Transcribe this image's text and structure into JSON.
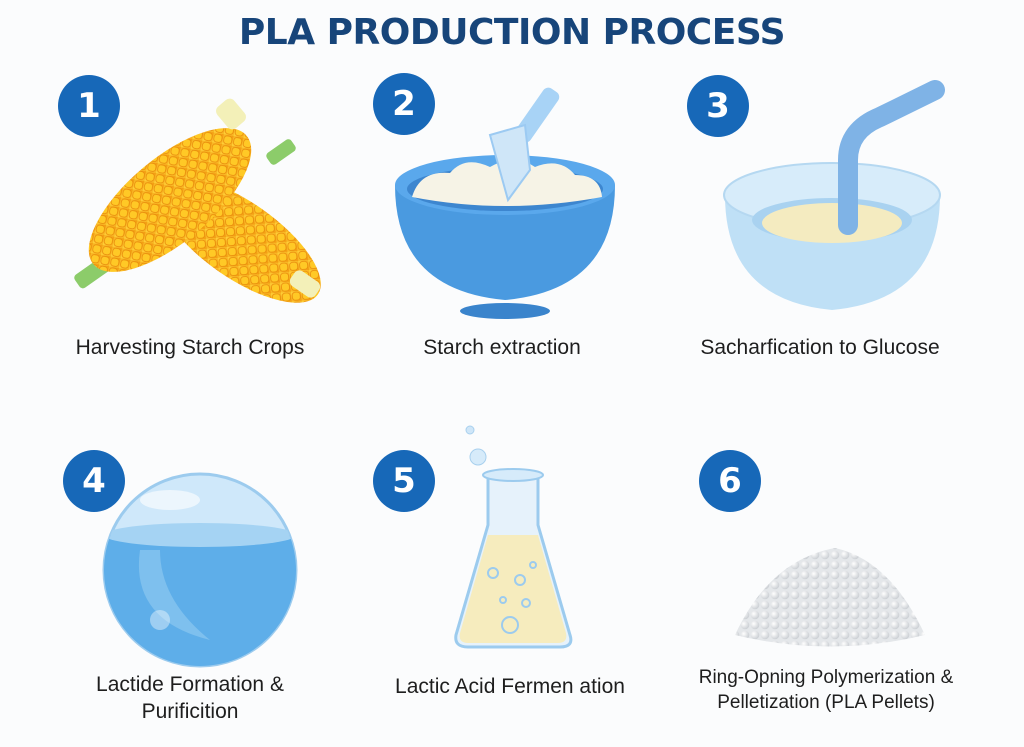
{
  "title": "PLA PRODUCTION PROCESS",
  "colors": {
    "title": "#17457a",
    "badge": "#1768b8",
    "label": "#1e1e1e",
    "background": "#fbfcfd"
  },
  "steps": [
    {
      "number": "1",
      "label": "Harvesting Starch Crops",
      "icon": "corn-icon"
    },
    {
      "number": "2",
      "label": "Starch extraction",
      "icon": "starch-bowl-icon"
    },
    {
      "number": "3",
      "label": "Sacharfication to Glucose",
      "icon": "glucose-bowl-icon"
    },
    {
      "number": "4",
      "label_line1": "Lactide Formation &",
      "label_line2": "Purificition",
      "icon": "sphere-icon"
    },
    {
      "number": "5",
      "label": "Lactic Acid Fermen ation",
      "icon": "flask-icon"
    },
    {
      "number": "6",
      "label_line1": "Ring-Opning Polymerization &",
      "label_line2": "Pelletization (PLA Pellets)",
      "icon": "pellets-icon"
    }
  ]
}
